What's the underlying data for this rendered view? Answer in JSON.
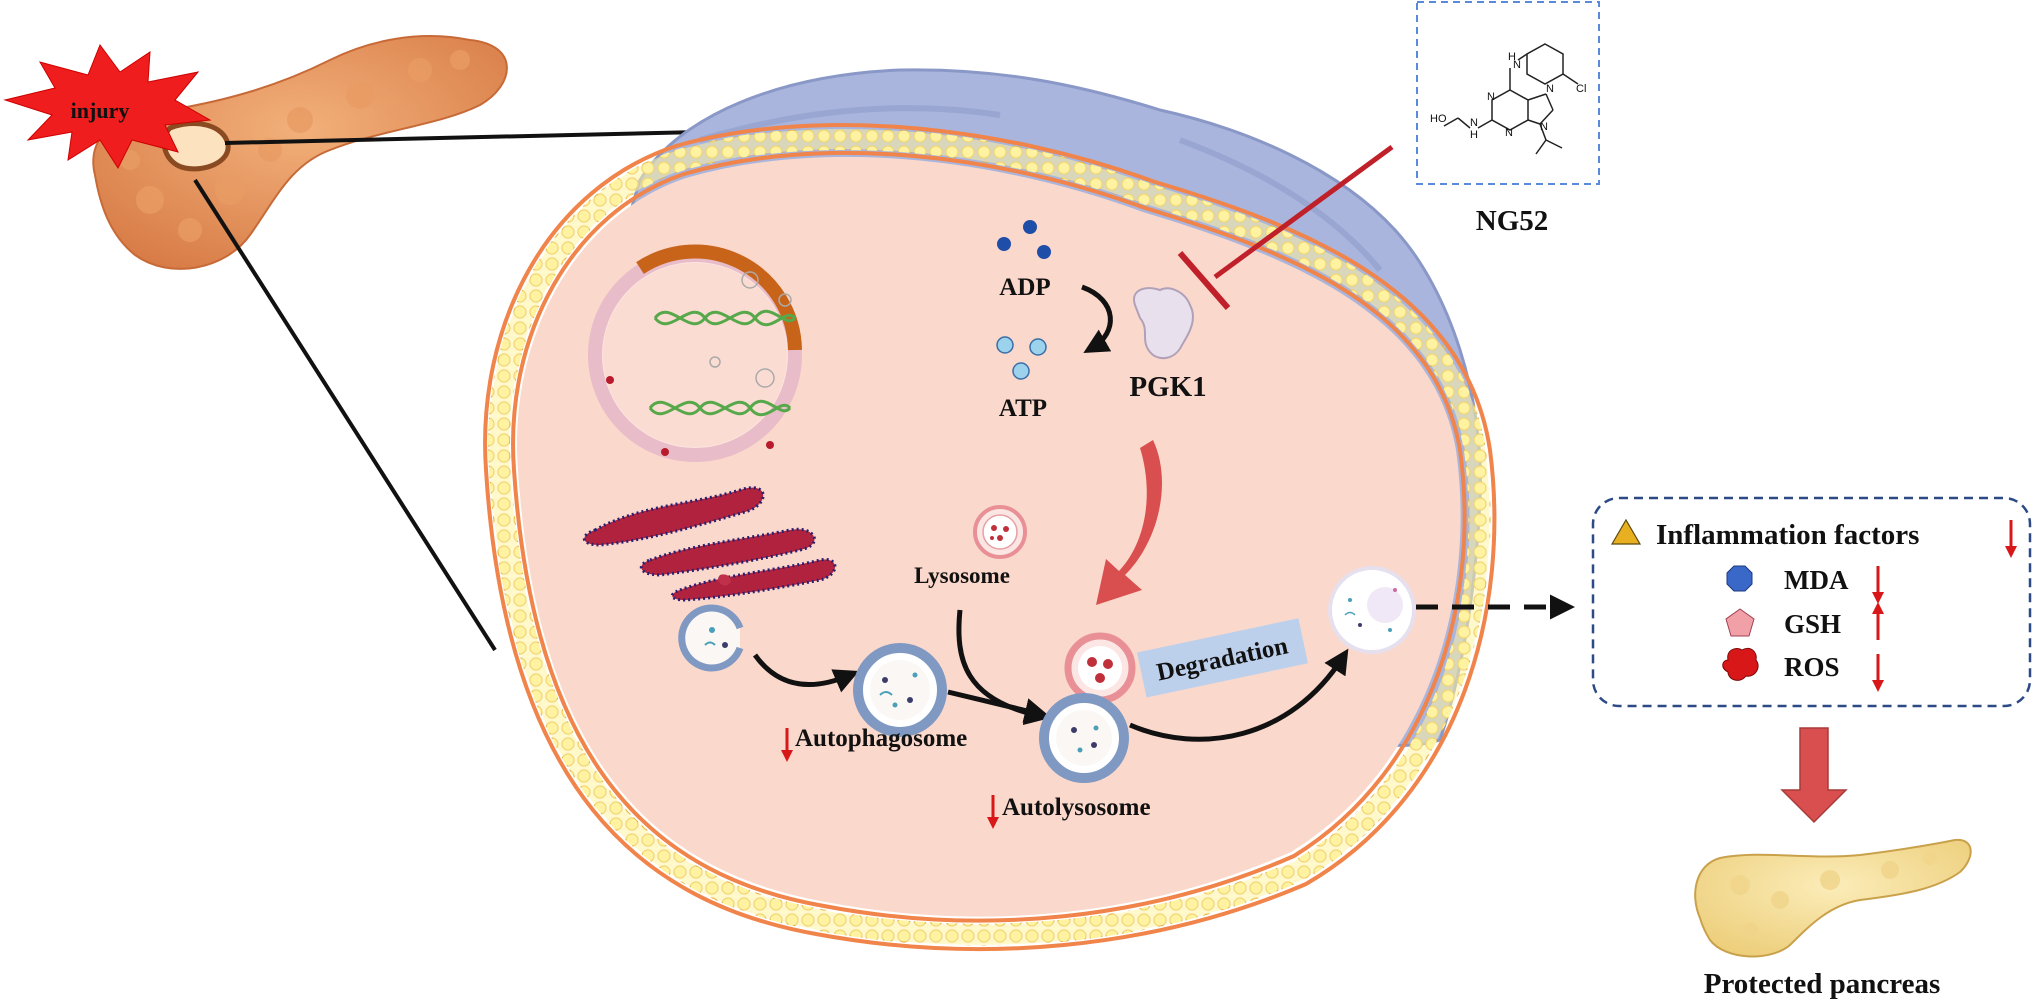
{
  "labels": {
    "injury": "injury",
    "drug": "NG52",
    "adp": "ADP",
    "atp": "ATP",
    "enzyme": "PGK1",
    "lysosome": "Lysosome",
    "degradation": "Degradation",
    "autophagosome": "Autophagosome",
    "autolysosome": "Autolysosome",
    "protected": "Protected pancreas"
  },
  "structure": {
    "nh": "H",
    "nh_n": "N",
    "cl": "Cl",
    "ho": "HO",
    "n1": "N",
    "n2": "N",
    "n3": "N",
    "n4": "N",
    "nh2_h": "H",
    "nh2_n": "N"
  },
  "outcomes": [
    {
      "text": "Inflammation factors",
      "marker": "triangle",
      "color": "#e8b020",
      "direction": "down"
    },
    {
      "text": "MDA",
      "marker": "octagon",
      "color": "#3a68c8",
      "direction": "down"
    },
    {
      "text": "GSH",
      "marker": "pentagon",
      "color": "#f2a0a8",
      "direction": "up"
    },
    {
      "text": "ROS",
      "marker": "blob",
      "color": "#d81818",
      "direction": "down"
    }
  ],
  "colors": {
    "cytoplasm": "#fbd8cc",
    "membrane_orange": "#f0844a",
    "membrane_yellow": "#fff4a8",
    "cell_blue": "#a9b5dc",
    "inhibitor_red": "#c0202a",
    "arrow_red": "#d94e4e",
    "arrow_down": "#d81818",
    "box_border": "#2c4a86",
    "pancreas_injured": "#e2915a",
    "pancreas_healthy": "#f5df9a"
  }
}
